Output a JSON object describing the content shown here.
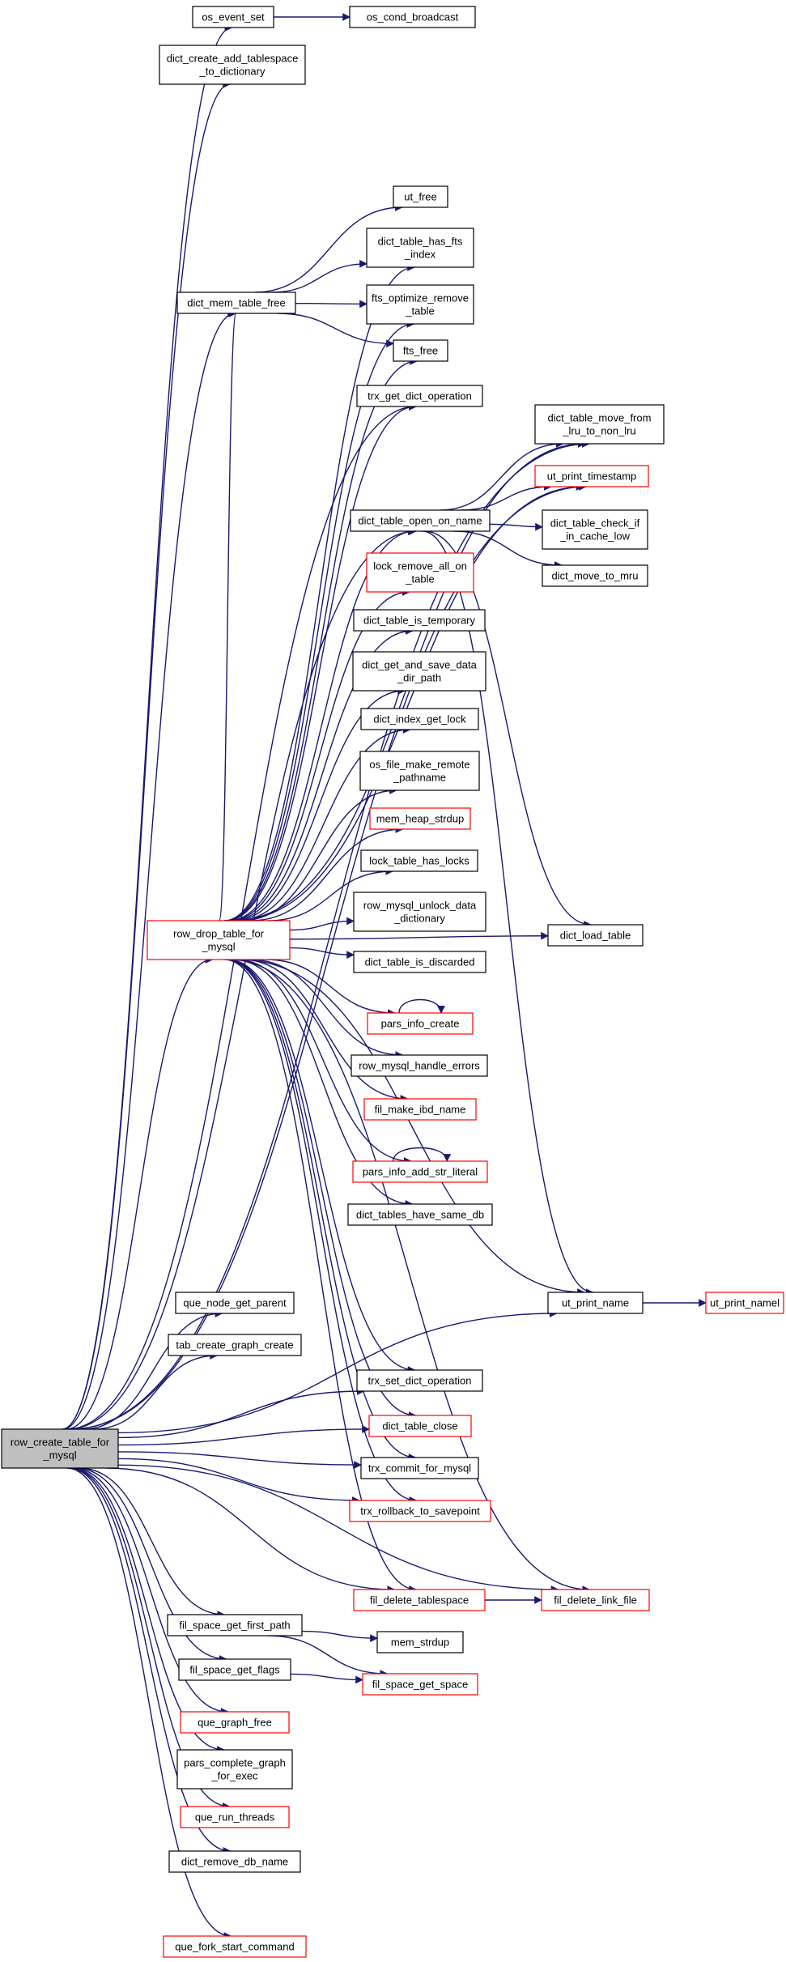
{
  "colors": {
    "edge": "#191970",
    "normal_border": "#000000",
    "truncated_border": "#ff0000",
    "root_fill": "#bfbfbf",
    "node_fill": "#ffffff"
  },
  "nodes": [
    {
      "id": "root",
      "lines": [
        "row_create_table_for",
        "_mysql"
      ],
      "style": "root"
    },
    {
      "id": "os_event_set",
      "lines": [
        "os_event_set"
      ],
      "style": "normal"
    },
    {
      "id": "os_cond_broadcast",
      "lines": [
        "os_cond_broadcast"
      ],
      "style": "normal"
    },
    {
      "id": "dict_create_add",
      "lines": [
        "dict_create_add_tablespace",
        "_to_dictionary"
      ],
      "style": "normal"
    },
    {
      "id": "ut_free",
      "lines": [
        "ut_free"
      ],
      "style": "normal"
    },
    {
      "id": "dict_table_has_fts",
      "lines": [
        "dict_table_has_fts",
        "_index"
      ],
      "style": "normal"
    },
    {
      "id": "dict_mem_table_free",
      "lines": [
        "dict_mem_table_free"
      ],
      "style": "normal"
    },
    {
      "id": "fts_optimize",
      "lines": [
        "fts_optimize_remove",
        "_table"
      ],
      "style": "normal"
    },
    {
      "id": "fts_free",
      "lines": [
        "fts_free"
      ],
      "style": "normal"
    },
    {
      "id": "trx_get_dict",
      "lines": [
        "trx_get_dict_operation"
      ],
      "style": "normal"
    },
    {
      "id": "dict_table_move",
      "lines": [
        "dict_table_move_from",
        "_lru_to_non_lru"
      ],
      "style": "normal"
    },
    {
      "id": "ut_print_timestamp",
      "lines": [
        "ut_print_timestamp"
      ],
      "style": "truncated"
    },
    {
      "id": "dict_table_open",
      "lines": [
        "dict_table_open_on_name"
      ],
      "style": "normal"
    },
    {
      "id": "dict_table_check",
      "lines": [
        "dict_table_check_if",
        "_in_cache_low"
      ],
      "style": "normal"
    },
    {
      "id": "dict_move_to_mru",
      "lines": [
        "dict_move_to_mru"
      ],
      "style": "normal"
    },
    {
      "id": "lock_remove_all",
      "lines": [
        "lock_remove_all_on",
        "_table"
      ],
      "style": "truncated"
    },
    {
      "id": "dict_table_is_temp",
      "lines": [
        "dict_table_is_temporary"
      ],
      "style": "normal"
    },
    {
      "id": "dict_get_and_save",
      "lines": [
        "dict_get_and_save_data",
        "_dir_path"
      ],
      "style": "normal"
    },
    {
      "id": "dict_index_get_lock",
      "lines": [
        "dict_index_get_lock"
      ],
      "style": "normal"
    },
    {
      "id": "os_file_make",
      "lines": [
        "os_file_make_remote",
        "_pathname"
      ],
      "style": "normal"
    },
    {
      "id": "mem_heap_strdup",
      "lines": [
        "mem_heap_strdup"
      ],
      "style": "truncated"
    },
    {
      "id": "lock_table_has",
      "lines": [
        "lock_table_has_locks"
      ],
      "style": "normal"
    },
    {
      "id": "row_drop_table",
      "lines": [
        "row_drop_table_for",
        "_mysql"
      ],
      "style": "truncated"
    },
    {
      "id": "row_mysql_unlock",
      "lines": [
        "row_mysql_unlock_data",
        "_dictionary"
      ],
      "style": "normal"
    },
    {
      "id": "dict_load_table",
      "lines": [
        "dict_load_table"
      ],
      "style": "normal"
    },
    {
      "id": "dict_table_is_disc",
      "lines": [
        "dict_table_is_discarded"
      ],
      "style": "normal"
    },
    {
      "id": "pars_info_create",
      "lines": [
        "pars_info_create"
      ],
      "style": "truncated"
    },
    {
      "id": "row_mysql_handle",
      "lines": [
        "row_mysql_handle_errors"
      ],
      "style": "normal"
    },
    {
      "id": "fil_make_ibd",
      "lines": [
        "fil_make_ibd_name"
      ],
      "style": "truncated"
    },
    {
      "id": "pars_info_add",
      "lines": [
        "pars_info_add_str_literal"
      ],
      "style": "truncated"
    },
    {
      "id": "dict_tables_same",
      "lines": [
        "dict_tables_have_same_db"
      ],
      "style": "normal"
    },
    {
      "id": "que_node_get_parent",
      "lines": [
        "que_node_get_parent"
      ],
      "style": "normal"
    },
    {
      "id": "ut_print_name",
      "lines": [
        "ut_print_name"
      ],
      "style": "normal"
    },
    {
      "id": "ut_print_namel",
      "lines": [
        "ut_print_namel"
      ],
      "style": "truncated"
    },
    {
      "id": "tab_create_graph",
      "lines": [
        "tab_create_graph_create"
      ],
      "style": "normal"
    },
    {
      "id": "trx_set_dict",
      "lines": [
        "trx_set_dict_operation"
      ],
      "style": "normal"
    },
    {
      "id": "dict_table_close",
      "lines": [
        "dict_table_close"
      ],
      "style": "truncated"
    },
    {
      "id": "trx_commit",
      "lines": [
        "trx_commit_for_mysql"
      ],
      "style": "normal"
    },
    {
      "id": "trx_rollback",
      "lines": [
        "trx_rollback_to_savepoint"
      ],
      "style": "truncated"
    },
    {
      "id": "fil_delete_ts",
      "lines": [
        "fil_delete_tablespace"
      ],
      "style": "truncated"
    },
    {
      "id": "fil_delete_link",
      "lines": [
        "fil_delete_link_file"
      ],
      "style": "truncated"
    },
    {
      "id": "fil_space_first",
      "lines": [
        "fil_space_get_first_path"
      ],
      "style": "normal"
    },
    {
      "id": "mem_strdup",
      "lines": [
        "mem_strdup"
      ],
      "style": "normal"
    },
    {
      "id": "fil_space_flags",
      "lines": [
        "fil_space_get_flags"
      ],
      "style": "normal"
    },
    {
      "id": "fil_space_get_space",
      "lines": [
        "fil_space_get_space"
      ],
      "style": "truncated"
    },
    {
      "id": "que_graph_free",
      "lines": [
        "que_graph_free"
      ],
      "style": "truncated"
    },
    {
      "id": "pars_complete",
      "lines": [
        "pars_complete_graph",
        "_for_exec"
      ],
      "style": "normal"
    },
    {
      "id": "que_run_threads",
      "lines": [
        "que_run_threads"
      ],
      "style": "truncated"
    },
    {
      "id": "dict_remove_db",
      "lines": [
        "dict_remove_db_name"
      ],
      "style": "normal"
    },
    {
      "id": "que_fork_start",
      "lines": [
        "que_fork_start_command"
      ],
      "style": "truncated"
    }
  ],
  "edges": [
    [
      "root",
      "os_event_set"
    ],
    [
      "os_event_set",
      "os_cond_broadcast"
    ],
    [
      "root",
      "dict_create_add"
    ],
    [
      "root",
      "dict_table_move"
    ],
    [
      "root",
      "ut_print_timestamp"
    ],
    [
      "root",
      "dict_mem_table_free"
    ],
    [
      "dict_mem_table_free",
      "ut_free"
    ],
    [
      "dict_mem_table_free",
      "dict_table_has_fts"
    ],
    [
      "dict_mem_table_free",
      "fts_optimize"
    ],
    [
      "dict_mem_table_free",
      "fts_free"
    ],
    [
      "root",
      "trx_get_dict"
    ],
    [
      "root",
      "dict_table_open"
    ],
    [
      "dict_table_open",
      "dict_table_move"
    ],
    [
      "dict_table_open",
      "ut_print_timestamp"
    ],
    [
      "dict_table_open",
      "dict_table_check"
    ],
    [
      "dict_table_open",
      "dict_move_to_mru"
    ],
    [
      "dict_table_open",
      "dict_load_table"
    ],
    [
      "dict_table_open",
      "ut_print_name"
    ],
    [
      "root",
      "row_drop_table"
    ],
    [
      "row_drop_table",
      "dict_mem_table_free"
    ],
    [
      "row_drop_table",
      "dict_table_has_fts"
    ],
    [
      "row_drop_table",
      "fts_optimize"
    ],
    [
      "row_drop_table",
      "fts_free"
    ],
    [
      "row_drop_table",
      "trx_get_dict"
    ],
    [
      "row_drop_table",
      "dict_table_move"
    ],
    [
      "row_drop_table",
      "ut_print_timestamp"
    ],
    [
      "row_drop_table",
      "dict_table_open"
    ],
    [
      "row_drop_table",
      "lock_remove_all"
    ],
    [
      "row_drop_table",
      "dict_table_is_temp"
    ],
    [
      "row_drop_table",
      "dict_get_and_save"
    ],
    [
      "row_drop_table",
      "dict_index_get_lock"
    ],
    [
      "row_drop_table",
      "os_file_make"
    ],
    [
      "row_drop_table",
      "mem_heap_strdup"
    ],
    [
      "row_drop_table",
      "lock_table_has"
    ],
    [
      "row_drop_table",
      "row_mysql_unlock"
    ],
    [
      "row_drop_table",
      "dict_table_is_disc"
    ],
    [
      "row_drop_table",
      "pars_info_create"
    ],
    [
      "row_drop_table",
      "row_mysql_handle"
    ],
    [
      "row_drop_table",
      "fil_make_ibd"
    ],
    [
      "row_drop_table",
      "pars_info_add"
    ],
    [
      "row_drop_table",
      "dict_tables_same"
    ],
    [
      "row_drop_table",
      "dict_load_table"
    ],
    [
      "row_drop_table",
      "ut_print_name"
    ],
    [
      "row_drop_table",
      "trx_set_dict"
    ],
    [
      "row_drop_table",
      "dict_table_close"
    ],
    [
      "row_drop_table",
      "trx_commit"
    ],
    [
      "row_drop_table",
      "trx_rollback"
    ],
    [
      "row_drop_table",
      "fil_delete_ts"
    ],
    [
      "row_drop_table",
      "fil_delete_link"
    ],
    [
      "pars_info_create",
      "pars_info_create"
    ],
    [
      "pars_info_add",
      "pars_info_add"
    ],
    [
      "ut_print_name",
      "ut_print_namel"
    ],
    [
      "root",
      "que_node_get_parent"
    ],
    [
      "root",
      "tab_create_graph"
    ],
    [
      "root",
      "trx_set_dict"
    ],
    [
      "root",
      "dict_table_close"
    ],
    [
      "root",
      "trx_commit"
    ],
    [
      "root",
      "trx_rollback"
    ],
    [
      "root",
      "ut_print_name"
    ],
    [
      "root",
      "fil_delete_ts"
    ],
    [
      "fil_delete_ts",
      "fil_delete_link"
    ],
    [
      "root",
      "fil_space_first"
    ],
    [
      "fil_space_first",
      "mem_strdup"
    ],
    [
      "fil_space_first",
      "fil_space_get_space"
    ],
    [
      "root",
      "fil_space_flags"
    ],
    [
      "fil_space_flags",
      "fil_space_get_space"
    ],
    [
      "root",
      "que_graph_free"
    ],
    [
      "root",
      "pars_complete"
    ],
    [
      "root",
      "que_run_threads"
    ],
    [
      "root",
      "dict_remove_db"
    ],
    [
      "root",
      "fil_delete_link"
    ],
    [
      "root",
      "que_fork_start"
    ]
  ]
}
